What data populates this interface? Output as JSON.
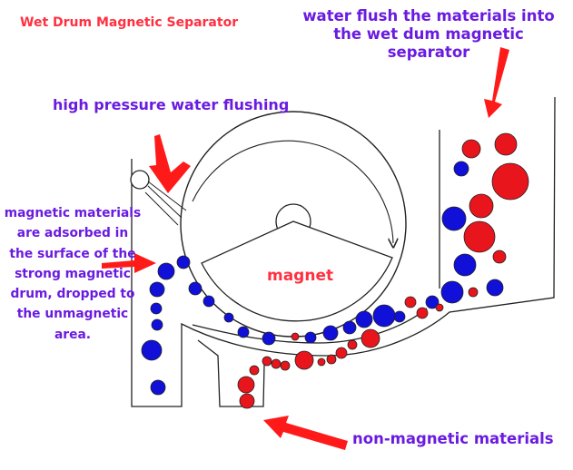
{
  "title": "Wet Drum Magnetic Separator",
  "labels": {
    "water_into": [
      "water flush the materials into",
      "the wet dum magnetic separator"
    ],
    "high_pressure": "high pressure water flushing",
    "magnetic_desc": [
      "magnetic materials",
      "are adsorbed in",
      "the surface of the",
      "strong magnetic",
      "drum, dropped to",
      "the unmagnetic",
      "area."
    ],
    "magnet": "magnet",
    "non_magnetic": "non-magnetic materials"
  },
  "colors": {
    "magnetic_particle": "#1010d8",
    "non_magnetic_particle": "#e8151c",
    "arrow": "#ff1a1a",
    "heading": "#ff3040",
    "annotation": "#6a1be0",
    "outline": "#222222"
  },
  "icons": {
    "arrow": "red-arrow-icon",
    "nozzle": "water-nozzle-icon"
  }
}
